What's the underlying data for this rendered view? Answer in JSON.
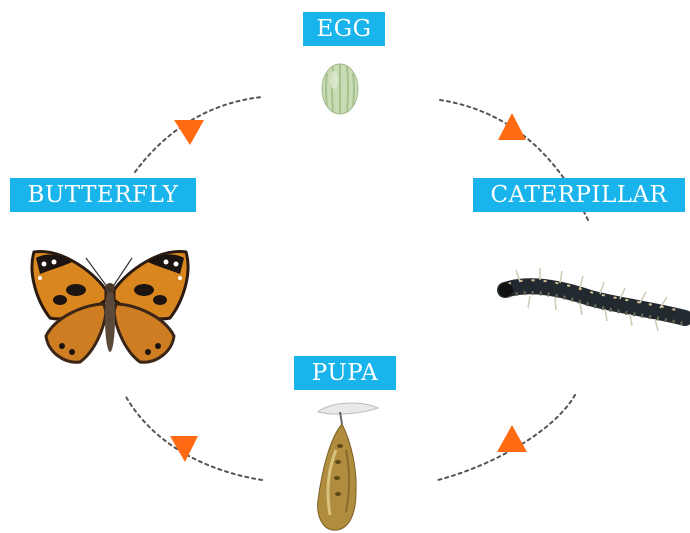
{
  "colors": {
    "label_bg": "#1ab4ec",
    "label_text": "#ffffff",
    "arrow": "#ff6a13",
    "path": "#555555"
  },
  "diagram": {
    "stages": [
      {
        "key": "egg",
        "label": "EGG",
        "icon": "egg-icon"
      },
      {
        "key": "caterpillar",
        "label": "CATERPILLAR",
        "icon": "caterpillar-icon"
      },
      {
        "key": "pupa",
        "label": "PUPA",
        "icon": "pupa-icon"
      },
      {
        "key": "butterfly",
        "label": "BUTTERFLY",
        "icon": "butterfly-icon"
      }
    ]
  }
}
